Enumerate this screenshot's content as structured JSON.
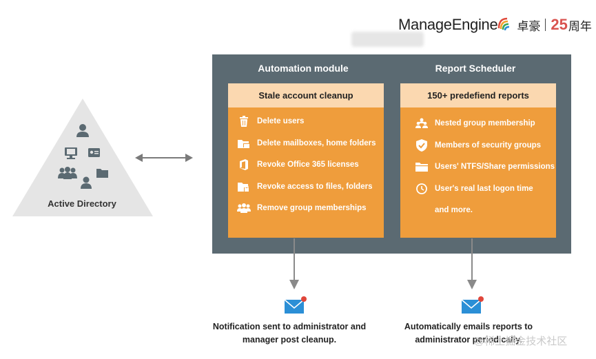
{
  "logo": {
    "brand": "ManageEngine",
    "chinese": "卓豪",
    "anniversary": "25",
    "year_suffix": "周年"
  },
  "diagram": {
    "source": {
      "label": "Active Directory"
    },
    "automation": {
      "title": "Automation module",
      "header": "Stale account cleanup",
      "items": [
        {
          "icon": "trash-icon",
          "label": "Delete users"
        },
        {
          "icon": "mailbox-folder-icon",
          "label": "Delete mailboxes, home folders"
        },
        {
          "icon": "office-icon",
          "label": "Revoke Office 365 licenses"
        },
        {
          "icon": "file-lock-icon",
          "label": "Revoke access to files, folders"
        },
        {
          "icon": "group-icon",
          "label": "Remove group memberships"
        }
      ],
      "note_line1": "Notification sent to administrator and",
      "note_line2": "manager post cleanup."
    },
    "scheduler": {
      "title": "Report Scheduler",
      "header": "150+ predefiend reports",
      "items": [
        {
          "icon": "nested-group-icon",
          "label": "Nested group membership"
        },
        {
          "icon": "shield-check-icon",
          "label": "Members of security groups"
        },
        {
          "icon": "folder-icon",
          "label": "Users' NTFS/Share permissions"
        },
        {
          "icon": "clock-icon",
          "label": "User's real last logon time"
        },
        {
          "icon": "",
          "label": "and more."
        }
      ],
      "note_line1": "Automatically emails reports to",
      "note_line2": "administrator periodically."
    }
  },
  "watermark": "@稀土掘金技术社区",
  "colors": {
    "panel": "#5b6a72",
    "card": "#ef9d3c",
    "card_header": "#fbd8b0",
    "triangle": "#e5e5e5",
    "mail": "#2b8fd6",
    "mail_dot": "#e0463a"
  }
}
